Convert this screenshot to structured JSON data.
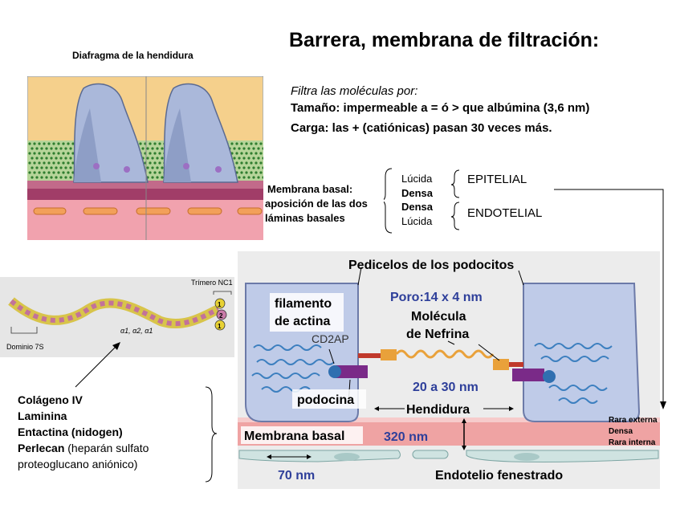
{
  "title": "Barrera, membrana de filtración:",
  "filter_intro": "Filtra las moléculas por:",
  "size_line": "Tamaño: impermeable a = ó > que albúmina (3,6 nm)",
  "charge_line": "Carga: las + (catiónicas) pasan 30 veces más.",
  "top_diagram": {
    "heading": "Diafragma de la hendidura",
    "basal_label_1": "Membrana basal:",
    "basal_label_2": "aposición de las dos",
    "basal_label_3": "láminas basales"
  },
  "layers": {
    "lucida_1": "Lúcida",
    "densa_1": "Densa",
    "densa_2": "Densa",
    "lucida_2": "Lúcida",
    "epitelial": "EPITELIAL",
    "endotelial": "ENDOTELIAL"
  },
  "collagen": {
    "trimer_label": "Trímero NC1",
    "domain_label": "Dominio 7S",
    "chains_label": "α1, α2, α1",
    "nums": [
      "1",
      "2",
      "1"
    ]
  },
  "components": {
    "item1": "Colágeno IV",
    "item2": "Laminina",
    "item3": "Entactina (nidogen)",
    "item4_bold": "Perlecan",
    "item4_rest": " (heparán sulfato",
    "item5": " proteoglucano aniónico)"
  },
  "slit": {
    "pedicels": "Pedicelos de los podocitos",
    "pore": "Poro:14 x 4 nm",
    "actin_1": "filamento",
    "actin_2": "de actina",
    "cd2ap": "CD2AP",
    "nephrin_1": "Molécula",
    "nephrin_2": "de Nefrina",
    "width": "20 a 30 nm",
    "podocin": "podocina",
    "slit_label": "Hendidura",
    "basal": "Membrana basal",
    "thickness": "320 nm",
    "fenestra": "70 nm",
    "endothelium": "Endotelio fenestrado"
  },
  "rara": {
    "externa": "Rara  externa",
    "densa": "Densa",
    "interna": "Rara interna"
  },
  "colors": {
    "pink_band": "#f0a5a5",
    "podocyte": "#bfcbe8",
    "nephrin": "#e9a13a",
    "blue_text": "#2e3f9a"
  }
}
